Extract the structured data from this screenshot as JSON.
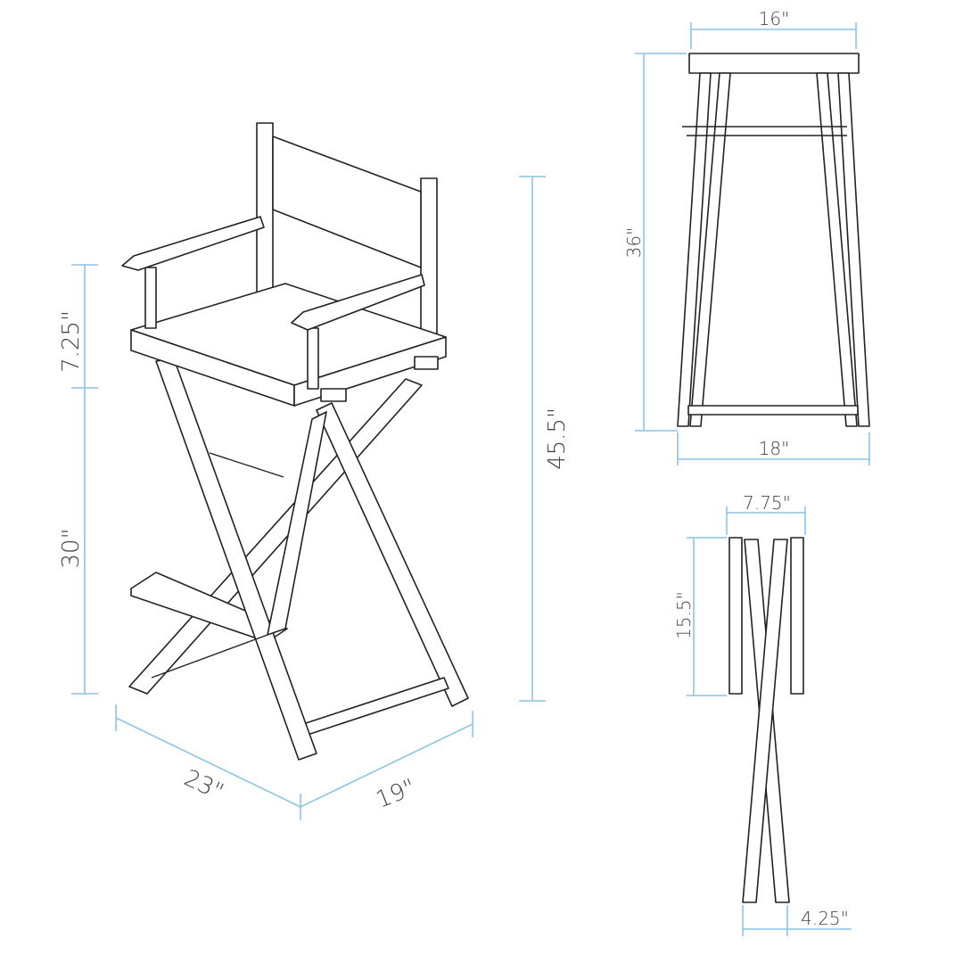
{
  "colors": {
    "dimension_line": "#8cc4e4",
    "outline": "#222222",
    "label": "#444444"
  },
  "perspective_view": {
    "arm_height": "7.25\"",
    "seat_height": "30\"",
    "total_height": "45.5\"",
    "depth": "23\"",
    "width": "19\""
  },
  "front_view": {
    "top_width": "16\"",
    "height": "36\"",
    "base_width": "18\""
  },
  "folded_view": {
    "width": "7.75\"",
    "arm_height": "15.5\"",
    "thickness": "4.25\""
  }
}
